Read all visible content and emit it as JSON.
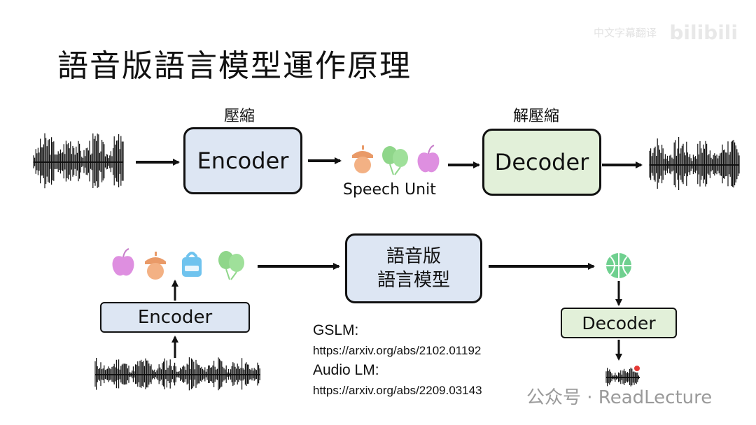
{
  "title": "語音版語言模型運作原理",
  "top_row": {
    "compress_label": "壓縮",
    "decompress_label": "解壓縮",
    "encoder_label": "Encoder",
    "decoder_label": "Decoder",
    "speech_unit_label": "Speech Unit",
    "units": [
      "acorn-icon",
      "balloon-icon",
      "apple-icon"
    ]
  },
  "bottom_row": {
    "encoder_label": "Encoder",
    "decoder_label": "Decoder",
    "lm_line1": "語音版",
    "lm_line2": "語言模型",
    "units": [
      "apple-icon",
      "acorn-icon",
      "backpack-icon",
      "balloon-icon"
    ],
    "output_unit": "basketball-icon"
  },
  "references": {
    "gslm_title": "GSLM:",
    "gslm_url": "https://arxiv.org/abs/2102.01192",
    "audiolm_title": "Audio LM:",
    "audiolm_url": "https://arxiv.org/abs/2209.03143"
  },
  "watermark": {
    "brand": "bilibili",
    "channel": "中文字幕翻译",
    "account": "公众号 · ReadLecture"
  },
  "colors": {
    "encoder_fill": "#dde6f3",
    "decoder_fill": "#e2f0d9",
    "acorn": "#f3b184",
    "balloon": "#8fd68a",
    "apple": "#de8fe0",
    "backpack": "#6fc3ee",
    "basketball": "#6fd08f"
  }
}
